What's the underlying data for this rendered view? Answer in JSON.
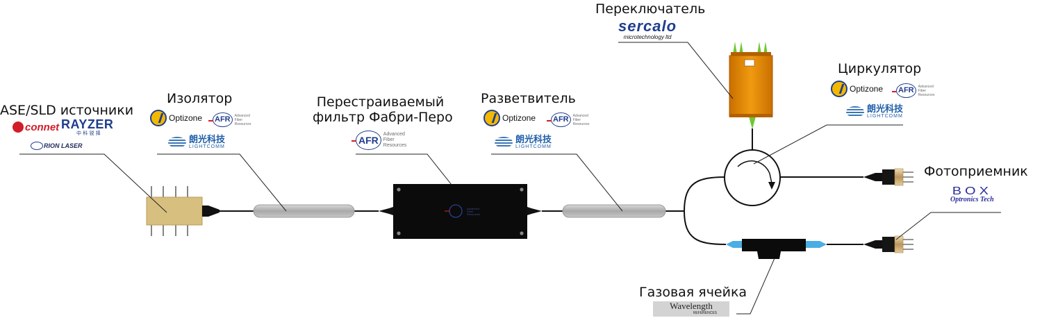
{
  "components": {
    "source": {
      "label": "ASE/SLD источники"
    },
    "isolator": {
      "label": "Изолятор"
    },
    "filter": {
      "label_line1": "Перестраиваемый",
      "label_line2": "фильтр Фабри-Перо"
    },
    "splitter": {
      "label": "Разветвитель"
    },
    "switch": {
      "label": "Переключатель"
    },
    "circulator": {
      "label": "Циркулятор"
    },
    "photodetector": {
      "label": "Фотоприемник"
    },
    "gas_cell": {
      "label": "Газовая ячейка"
    }
  },
  "logos": {
    "connet": "connet",
    "rayzer": "RAYZER",
    "rayzer_cn": "中 科 锐 择",
    "orion": "RION LASER",
    "optizone": "Optizone",
    "afr": "AFR",
    "afr_sub": "Advanced\nFiber\nResources",
    "lightcomm_cn": "朗光科技",
    "lightcomm_en": "LIGHTCOMM",
    "sercalo": "sercalo",
    "sercalo_sub": "microtechnology ltd",
    "box": "BOX",
    "box_sub": "Optronics Tech",
    "wavelength": "Wavelength",
    "wavelength_sub": "REFERENCES"
  },
  "colors": {
    "fiber": "#111111",
    "source_body": "#d7bf7f",
    "coupler_body": "#b4b4b4",
    "filter_body": "#0b0b0b",
    "switch_body": "#e08a00",
    "switch_pin": "#6fc732",
    "gascell_connector": "#4aaee4",
    "brand_blue": "#1f3d8c",
    "brand_red": "#d21c2a"
  }
}
